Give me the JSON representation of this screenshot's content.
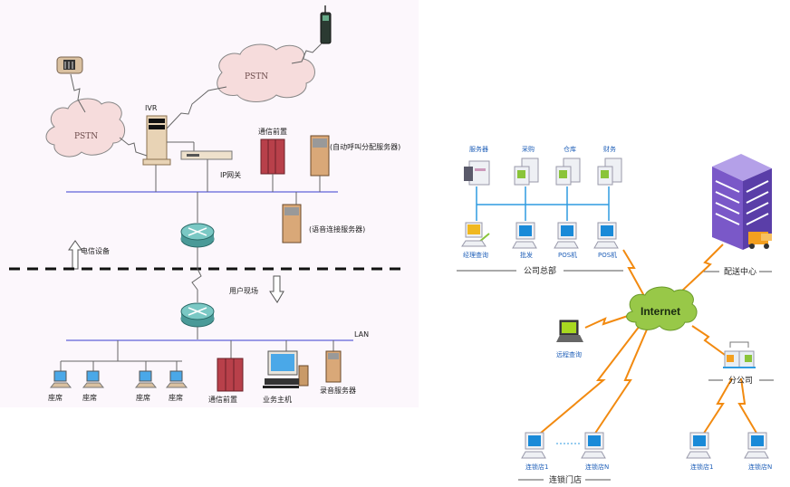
{
  "left_diagram": {
    "clouds": [
      {
        "id": "pstn-left",
        "label": "PSTN"
      },
      {
        "id": "pstn-top",
        "label": "PSTN"
      }
    ],
    "ivr_label": "IVR",
    "ip_gateway_label": "IP网关",
    "comm_frontend_top_label": "通信前置",
    "auto_call_server_label": "(自动呼叫分配服务器)",
    "voice_server_label": "(语音连接服务器)",
    "telecom_equipment_label": "电信设备",
    "user_site_label": "用户现场",
    "lan_label": "LAN",
    "seats": [
      "座席",
      "座席",
      "座席",
      "座席"
    ],
    "comm_frontend_bottom_label": "通信前置",
    "business_host_label": "业务主机",
    "recording_server_label": "录音服务器"
  },
  "right_diagram": {
    "hq_top_nodes": [
      "服务器",
      "采购",
      "仓库",
      "财务"
    ],
    "hq_bottom_nodes": [
      "经理查询",
      "批发",
      "POS机",
      "POS机"
    ],
    "hq_section_label": "公司总部",
    "distribution_center_label": "配送中心",
    "internet_label": "Internet",
    "remote_query_label": "远程查询",
    "branch_label": "分公司",
    "chain_stores": [
      "连锁店1",
      "连锁店N"
    ],
    "chain_section_label": "连锁门店",
    "branch_stores": [
      "连锁店1",
      "连锁店N"
    ]
  }
}
